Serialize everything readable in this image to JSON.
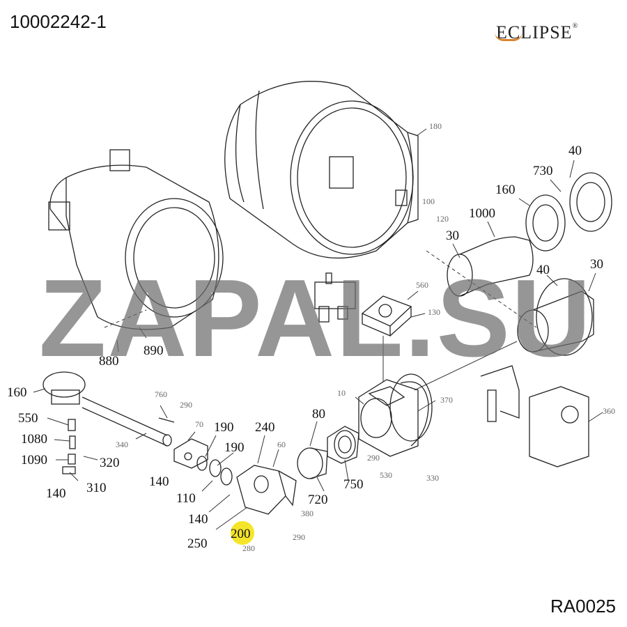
{
  "header": {
    "document_number": "10002242-1",
    "reference_code": "RA0025"
  },
  "logo": {
    "text": "ECLIPSE",
    "registered_mark": "®",
    "accent_color": "#d9822b"
  },
  "watermark": {
    "text": "ZAPAL.SU"
  },
  "highlight": {
    "callout": "200",
    "color": "#f5e52a"
  },
  "callouts": [
    {
      "id": "c180",
      "label": "180"
    },
    {
      "id": "c40a",
      "label": "40"
    },
    {
      "id": "c730",
      "label": "730"
    },
    {
      "id": "c160a",
      "label": "160"
    },
    {
      "id": "c100",
      "label": "100"
    },
    {
      "id": "c120",
      "label": "120"
    },
    {
      "id": "c1000",
      "label": "1000"
    },
    {
      "id": "c30a",
      "label": "30"
    },
    {
      "id": "c40b",
      "label": "40"
    },
    {
      "id": "c30b",
      "label": "30"
    },
    {
      "id": "c560",
      "label": "560"
    },
    {
      "id": "c130",
      "label": "130"
    },
    {
      "id": "c880",
      "label": "880"
    },
    {
      "id": "c890",
      "label": "890"
    },
    {
      "id": "c160b",
      "label": "160"
    },
    {
      "id": "c550",
      "label": "550"
    },
    {
      "id": "c1080",
      "label": "1080"
    },
    {
      "id": "c1090",
      "label": "1090"
    },
    {
      "id": "c320",
      "label": "320"
    },
    {
      "id": "c140a",
      "label": "140"
    },
    {
      "id": "c310",
      "label": "310"
    },
    {
      "id": "c340",
      "label": "340"
    },
    {
      "id": "c760",
      "label": "760"
    },
    {
      "id": "c290a",
      "label": "290"
    },
    {
      "id": "c70",
      "label": "70"
    },
    {
      "id": "c140b",
      "label": "140"
    },
    {
      "id": "c190a",
      "label": "190"
    },
    {
      "id": "c190b",
      "label": "190"
    },
    {
      "id": "c110",
      "label": "110"
    },
    {
      "id": "c240",
      "label": "240"
    },
    {
      "id": "c60",
      "label": "60"
    },
    {
      "id": "c140c",
      "label": "140"
    },
    {
      "id": "c250",
      "label": "250"
    },
    {
      "id": "c200",
      "label": "200"
    },
    {
      "id": "c280",
      "label": "280"
    },
    {
      "id": "c290b",
      "label": "290"
    },
    {
      "id": "c380",
      "label": "380"
    },
    {
      "id": "c80",
      "label": "80"
    },
    {
      "id": "c720",
      "label": "720"
    },
    {
      "id": "c750",
      "label": "750"
    },
    {
      "id": "c10",
      "label": "10"
    },
    {
      "id": "c370",
      "label": "370"
    },
    {
      "id": "c290c",
      "label": "290"
    },
    {
      "id": "c530",
      "label": "530"
    },
    {
      "id": "c330",
      "label": "330"
    },
    {
      "id": "c360",
      "label": "360"
    }
  ]
}
